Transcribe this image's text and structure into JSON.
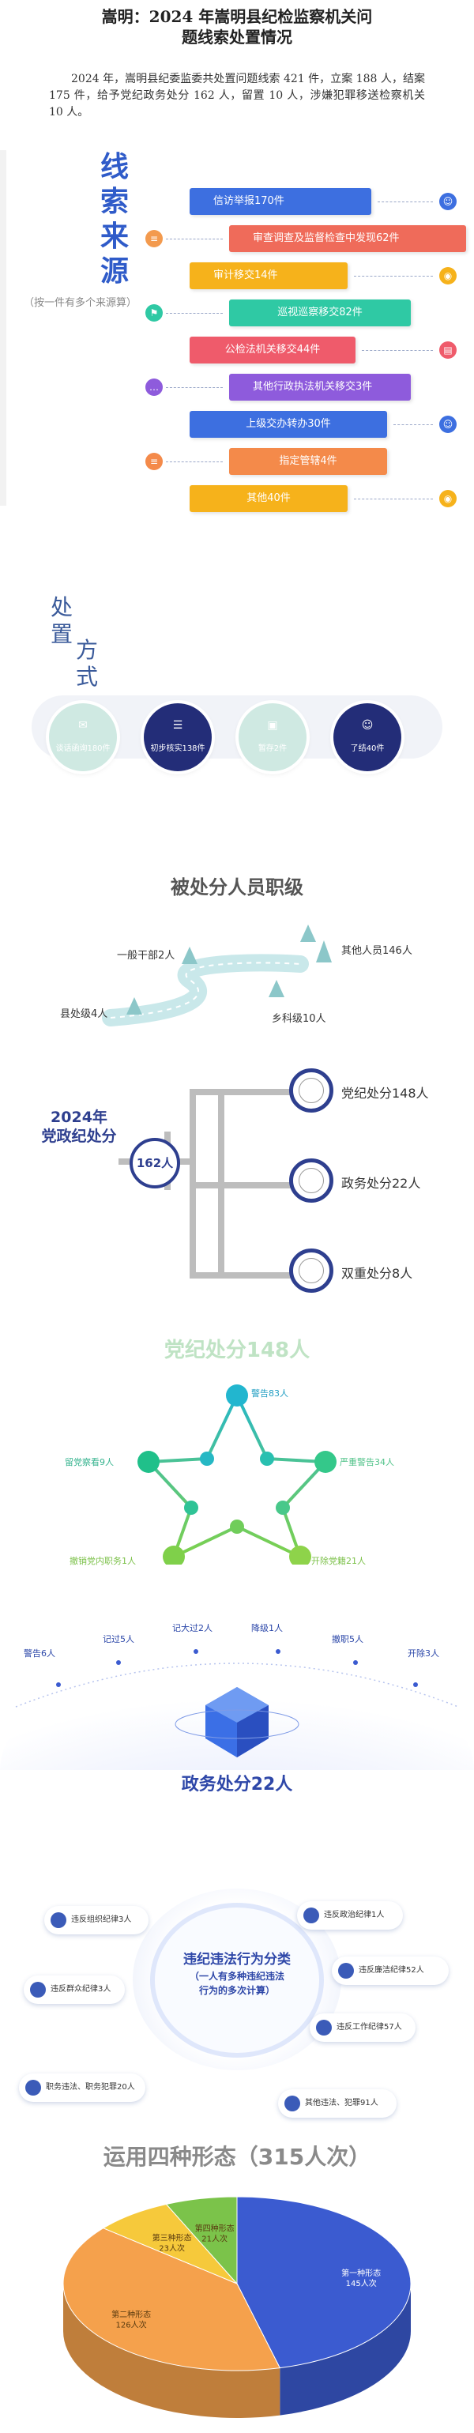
{
  "header": {
    "title_line1": "嵩明：2024 年嵩明县纪检监察机关问",
    "title_line2": "题线索处置情况",
    "intro": "2024 年，嵩明县纪委监委共处置问题线索 421 件，立案 188 人，结案 175 件，给予党纪政务处分 162 人，留置 10 人，涉嫌犯罪移送检察机关 10 人。"
  },
  "sources": {
    "heading_chars": [
      "线",
      "索",
      "来",
      "源"
    ],
    "note": "（按一件有多个来源算）",
    "items": [
      {
        "label": "信访举报170件",
        "color": "#3d6fe0",
        "icon": "people-icon",
        "icon_color": "#3d6fe0"
      },
      {
        "label": "审查调查及监督检查中发现62件",
        "color": "#ef6b5a",
        "icon": "document-icon",
        "icon_color": "#f39a4e"
      },
      {
        "label": "审计移交14件",
        "color": "#f6b21b",
        "icon": "location-icon",
        "icon_color": "#f6b21b"
      },
      {
        "label": "巡视巡察移交82件",
        "color": "#2fc9a4",
        "icon": "flag-icon",
        "icon_color": "#2fc9a4"
      },
      {
        "label": "公检法机关移交44件",
        "color": "#ef5b6b",
        "icon": "building-icon",
        "icon_color": "#ef5b6b"
      },
      {
        "label": "其他行政执法机关移交3件",
        "color": "#8e5bdc",
        "icon": "chat-icon",
        "icon_color": "#8e5bdc"
      },
      {
        "label": "上级交办转办30件",
        "color": "#3d6fe0",
        "icon": "people-icon",
        "icon_color": "#3d6fe0"
      },
      {
        "label": "指定管辖4件",
        "color": "#f48a4a",
        "icon": "document-icon",
        "icon_color": "#f48a4a"
      },
      {
        "label": "其他40件",
        "color": "#f6b21b",
        "icon": "location-icon",
        "icon_color": "#f6b21b"
      }
    ]
  },
  "disposal": {
    "heading_chars": [
      "处",
      "置",
      "方",
      "式"
    ],
    "items": [
      {
        "label": "谈话函询180件"
      },
      {
        "label": "初步核实138件"
      },
      {
        "label": "暂存2件"
      },
      {
        "label": "了结40件"
      }
    ]
  },
  "ranks": {
    "title": "被处分人员职级",
    "labels": {
      "general": "一般干部2人",
      "other": "其他人员146人",
      "county": "县处级4人",
      "township": "乡科级10人"
    }
  },
  "punish": {
    "left_title_1": "2024年",
    "left_title_2": "党政纪处分",
    "center": "162人",
    "branches": [
      "党纪处分148人",
      "政务处分22人",
      "双重处分8人"
    ]
  },
  "party": {
    "title": "党纪处分148人",
    "labels": {
      "warn": "警告83人",
      "serious": "严重警告34人",
      "expel": "开除党籍21人",
      "dismiss": "撤销党内职务1人",
      "probation": "留党察看9人"
    }
  },
  "gov": {
    "labels": [
      "警告6人",
      "记过5人",
      "记大过2人",
      "降级1人",
      "撤职5人",
      "开除3人"
    ],
    "title": "政务处分22人"
  },
  "violations": {
    "center_title": "违纪违法行为分类",
    "center_sub_1": "（一人有多种违纪违法",
    "center_sub_2": "行为的多次计算）",
    "pills": [
      "违反组织纪律3人",
      "违反政治纪律1人",
      "违反群众纪律3人",
      "违反廉洁纪律52人",
      "违反工作纪律57人",
      "职务违法、职务犯罪20人",
      "其他违法、犯罪91人"
    ]
  },
  "forms": {
    "title": "运用四种形态（315人次）",
    "slices": [
      {
        "name": "第一种形态",
        "value": 145,
        "label": "145人次",
        "color": "#3b5bd0"
      },
      {
        "name": "第二种形态",
        "value": 126,
        "label": "126人次",
        "color": "#f5a14c"
      },
      {
        "name": "第三种形态",
        "value": 23,
        "label": "23人次",
        "color": "#f6c93b"
      },
      {
        "name": "第四种形态",
        "value": 21,
        "label": "21人次",
        "color": "#7bc34a"
      }
    ]
  },
  "chart_data": {
    "type": "pie",
    "title": "运用四种形态（315人次）",
    "categories": [
      "第一种形态",
      "第二种形态",
      "第三种形态",
      "第四种形态"
    ],
    "values": [
      145,
      126,
      23,
      21
    ]
  }
}
